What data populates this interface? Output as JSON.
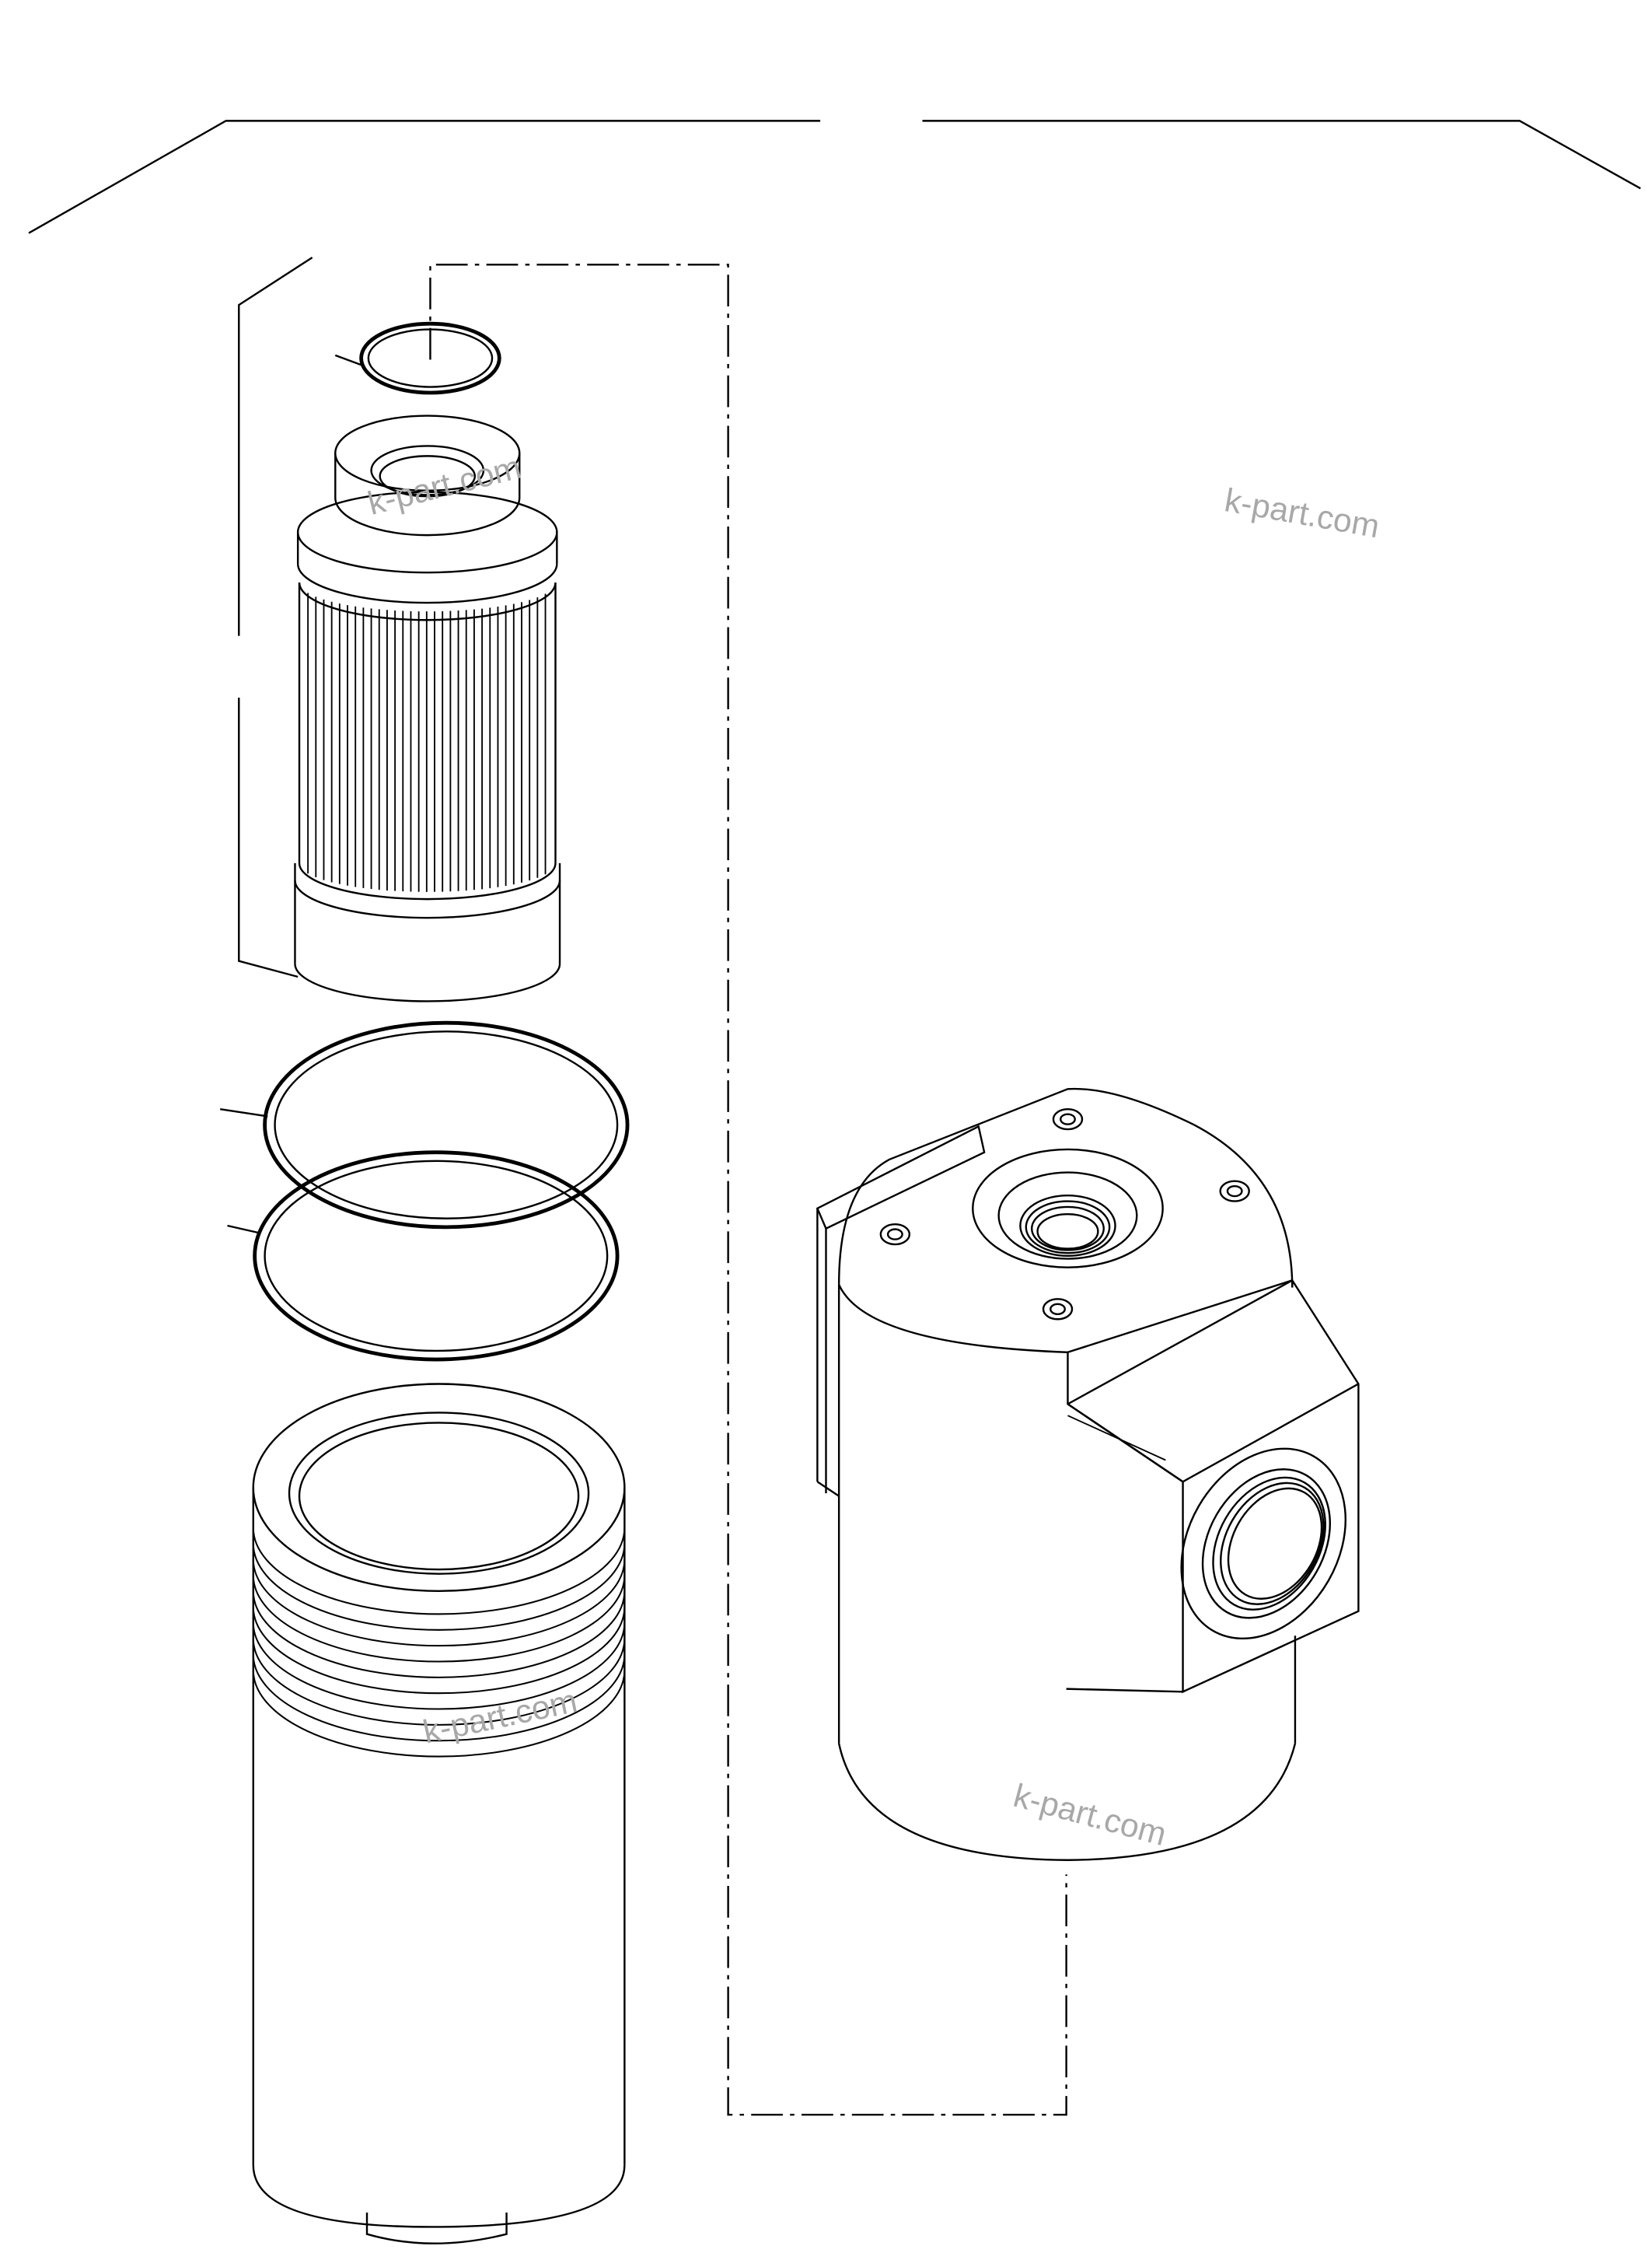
{
  "watermarks": [
    "k-part.com",
    "k-part.com",
    "k-part.com",
    "k-part.com"
  ],
  "parts": [
    "small-o-ring",
    "filter-element",
    "large-o-ring-upper",
    "large-o-ring-lower",
    "filter-bowl",
    "filter-head"
  ],
  "colors": {
    "line": "#000000",
    "watermark": "#a8a8a8",
    "background": "#ffffff"
  }
}
